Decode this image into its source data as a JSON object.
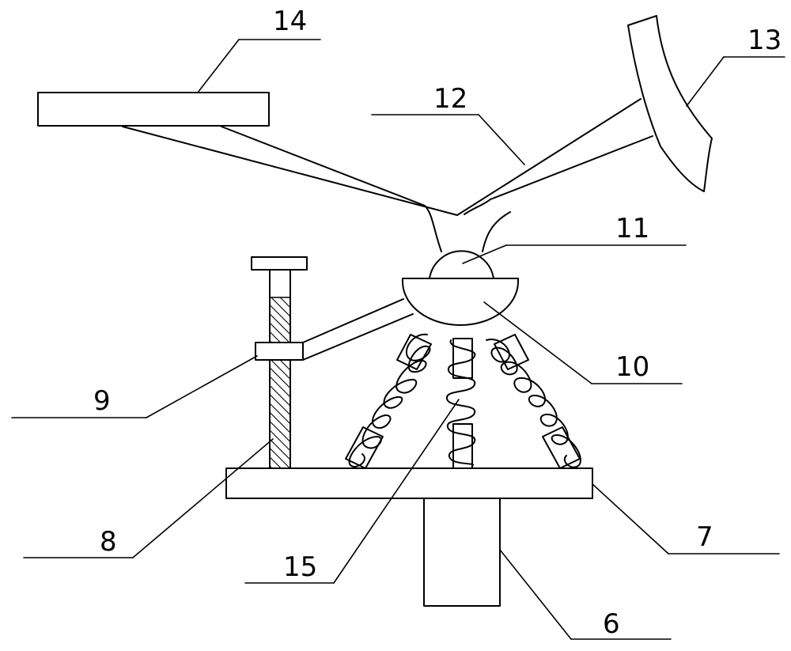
{
  "figure": {
    "background": "#ffffff",
    "stroke_color": "#000000",
    "labels": {
      "part6": "6",
      "part7": "7",
      "part8": "8",
      "part9": "9",
      "part10": "10",
      "part11": "11",
      "part12": "12",
      "part13": "13",
      "part14": "14",
      "part15": "15"
    }
  }
}
